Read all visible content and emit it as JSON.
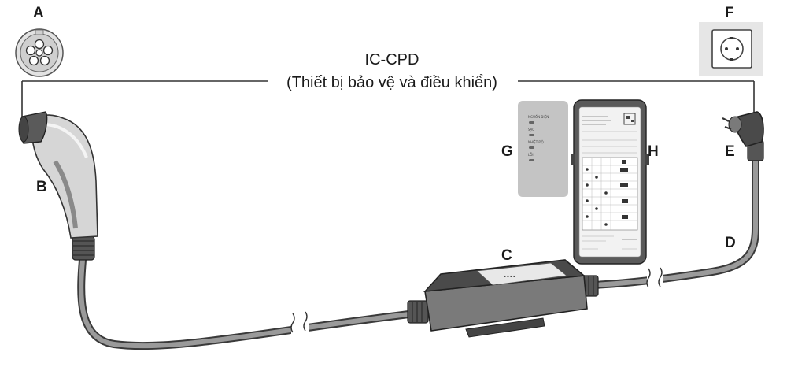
{
  "diagram": {
    "title_line1": "IC-CPD",
    "title_line2": "(Thiết bị bảo vệ và điều khiển)",
    "labels": {
      "a": "A",
      "b": "B",
      "c": "C",
      "d": "D",
      "e": "E",
      "f": "F",
      "g": "G",
      "h": "H"
    },
    "status_panel": {
      "items": [
        "NGUỒN ĐIỆN",
        "SẠC",
        "NHIỆT ĐỘ",
        "LỖI"
      ]
    }
  }
}
